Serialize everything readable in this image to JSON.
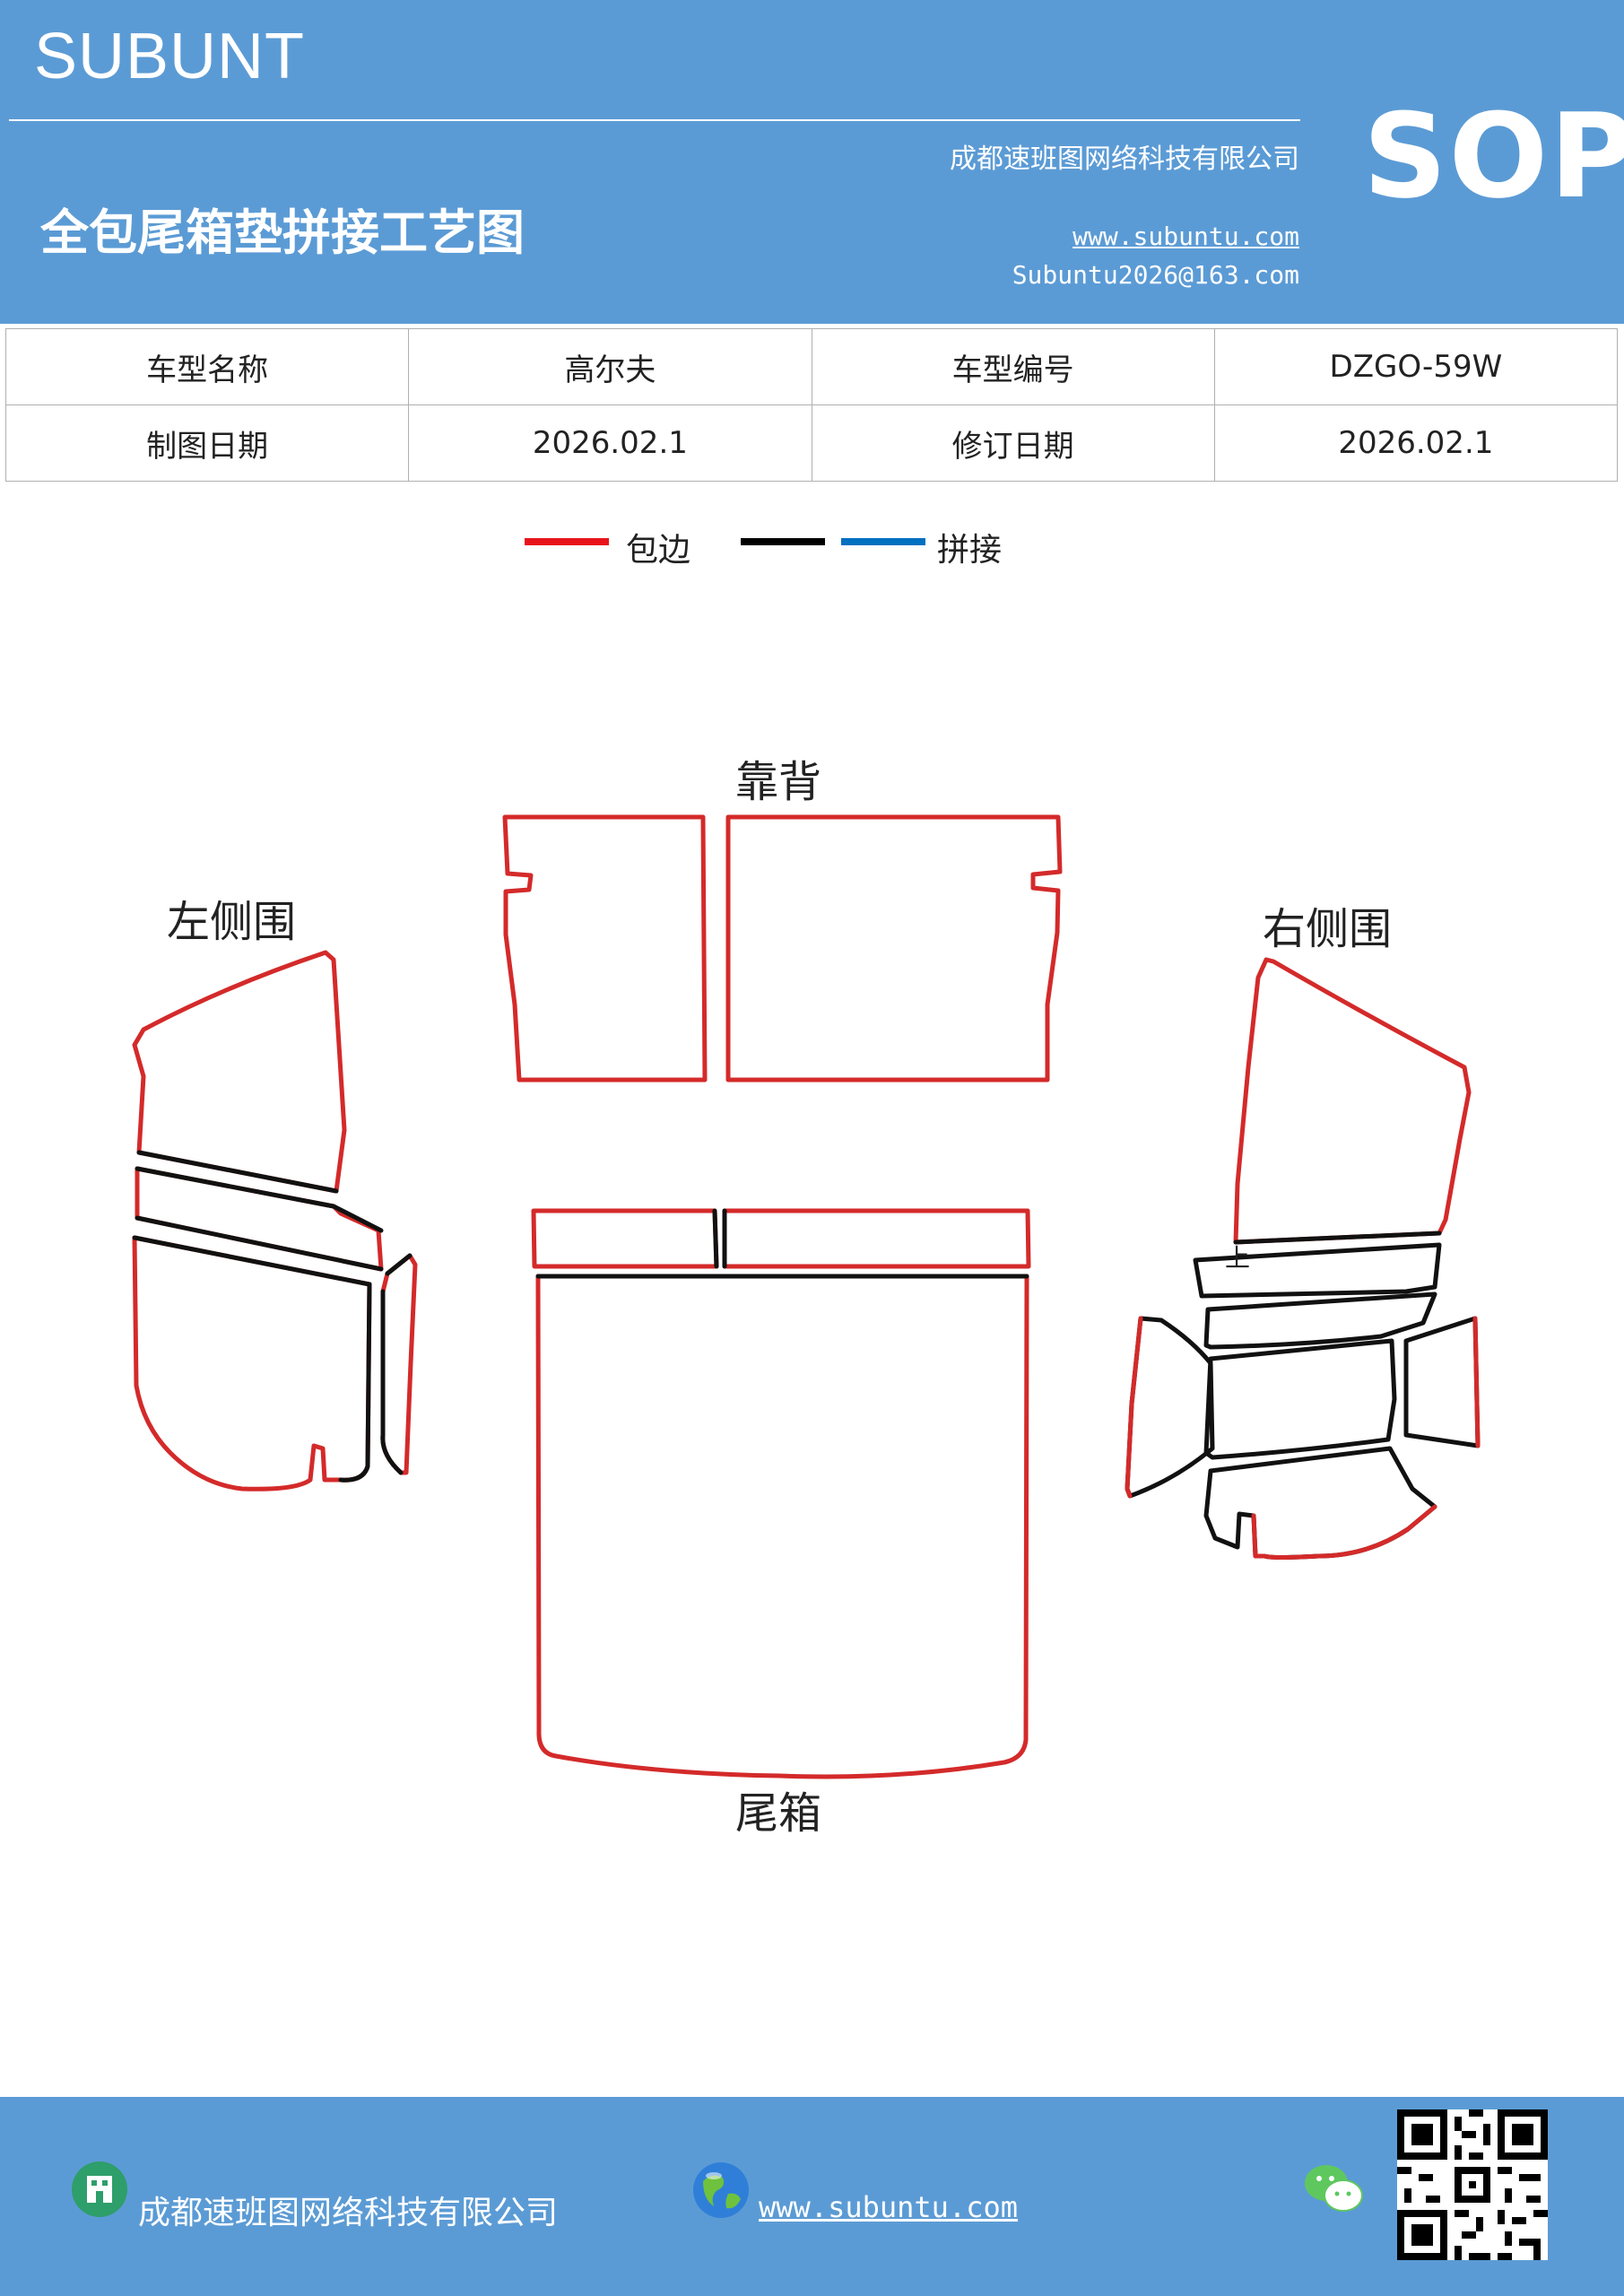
{
  "header": {
    "brand": "SUBUNT",
    "title": "全包尾箱垫拼接工艺图",
    "company": "成都速班图网络科技有限公司",
    "website": "www.subuntu.com",
    "email": "Subuntu2026@163.com",
    "badge": "SOP"
  },
  "info_table": {
    "model_name_label": "车型名称",
    "model_name": "高尔夫",
    "model_code_label": "车型编号",
    "model_code": "DZGO-59W",
    "draw_date_label": "制图日期",
    "draw_date": "2026.02.1",
    "revise_date_label": "修订日期",
    "revise_date": "2026.02.1"
  },
  "legend": {
    "binding_label": "包边",
    "splice_label": "拼接",
    "binding_color": "#e8141c",
    "splice_color_black": "#000000",
    "splice_color_blue": "#0070c0"
  },
  "diagram": {
    "backrest_label": "靠背",
    "left_side_label": "左侧围",
    "right_side_label": "右侧围",
    "trunk_label": "尾箱",
    "up_mark": "上",
    "outline_red": "#d42a2a",
    "outline_black": "#111111"
  },
  "footer": {
    "company": "成都速班图网络科技有限公司",
    "website": "www.subuntu.com",
    "building_icon": "building-icon",
    "globe_icon": "globe-icon",
    "wechat_icon": "wechat-icon",
    "qr_icon": "qr-code-icon"
  }
}
